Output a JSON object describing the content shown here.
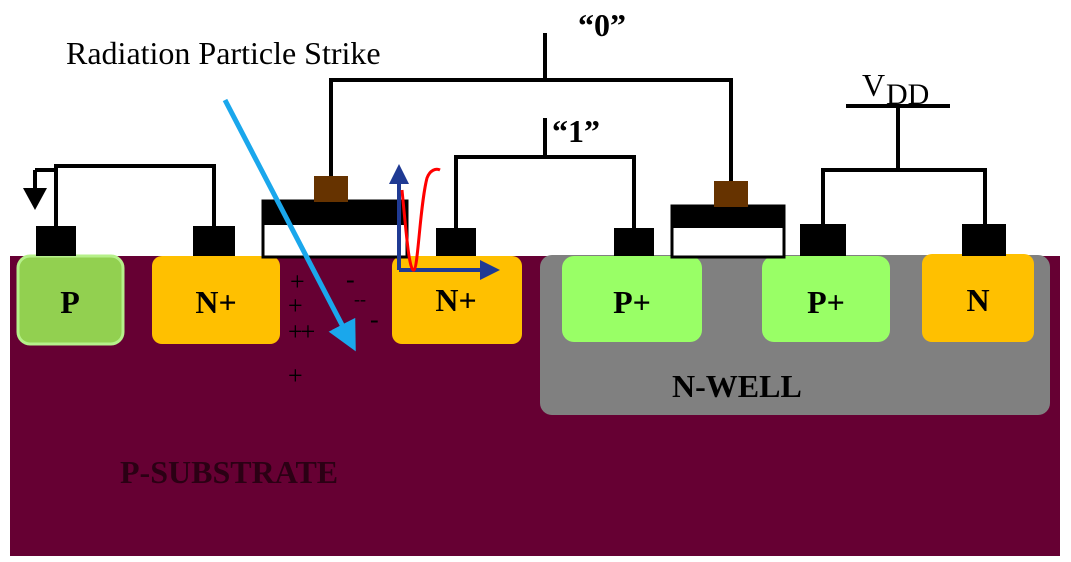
{
  "labels": {
    "strike": "Radiation Particle Strike",
    "node0": "“0”",
    "node1": "“1”",
    "vdd_main": "V",
    "vdd_sub": "DD",
    "p_substrate": "P-SUBSTRATE",
    "n_well": "N-WELL"
  },
  "regions": {
    "p_contact": "P",
    "n_plus_left": "N+",
    "n_plus_right": "N+",
    "p_plus_left": "P+",
    "p_plus_right": "P+",
    "n_contact": "N"
  },
  "charges": {
    "plus_row1": "+",
    "plus_row2": "+",
    "plus_row3": "++",
    "plus_row4": "+",
    "minus_a": "-",
    "minus_b": "--",
    "minus_c": "-"
  },
  "colors": {
    "substrate": "#660033",
    "n_well": "#808080",
    "p_contact": "#92d050",
    "p_plus": "#99ff66",
    "n_region": "#ffc000",
    "gate_contact": "#663300",
    "wire": "#000000",
    "particle_arrow": "#1aa7ec",
    "axis_arrow": "#1f3a93",
    "transient_pulse": "#ff0000"
  }
}
